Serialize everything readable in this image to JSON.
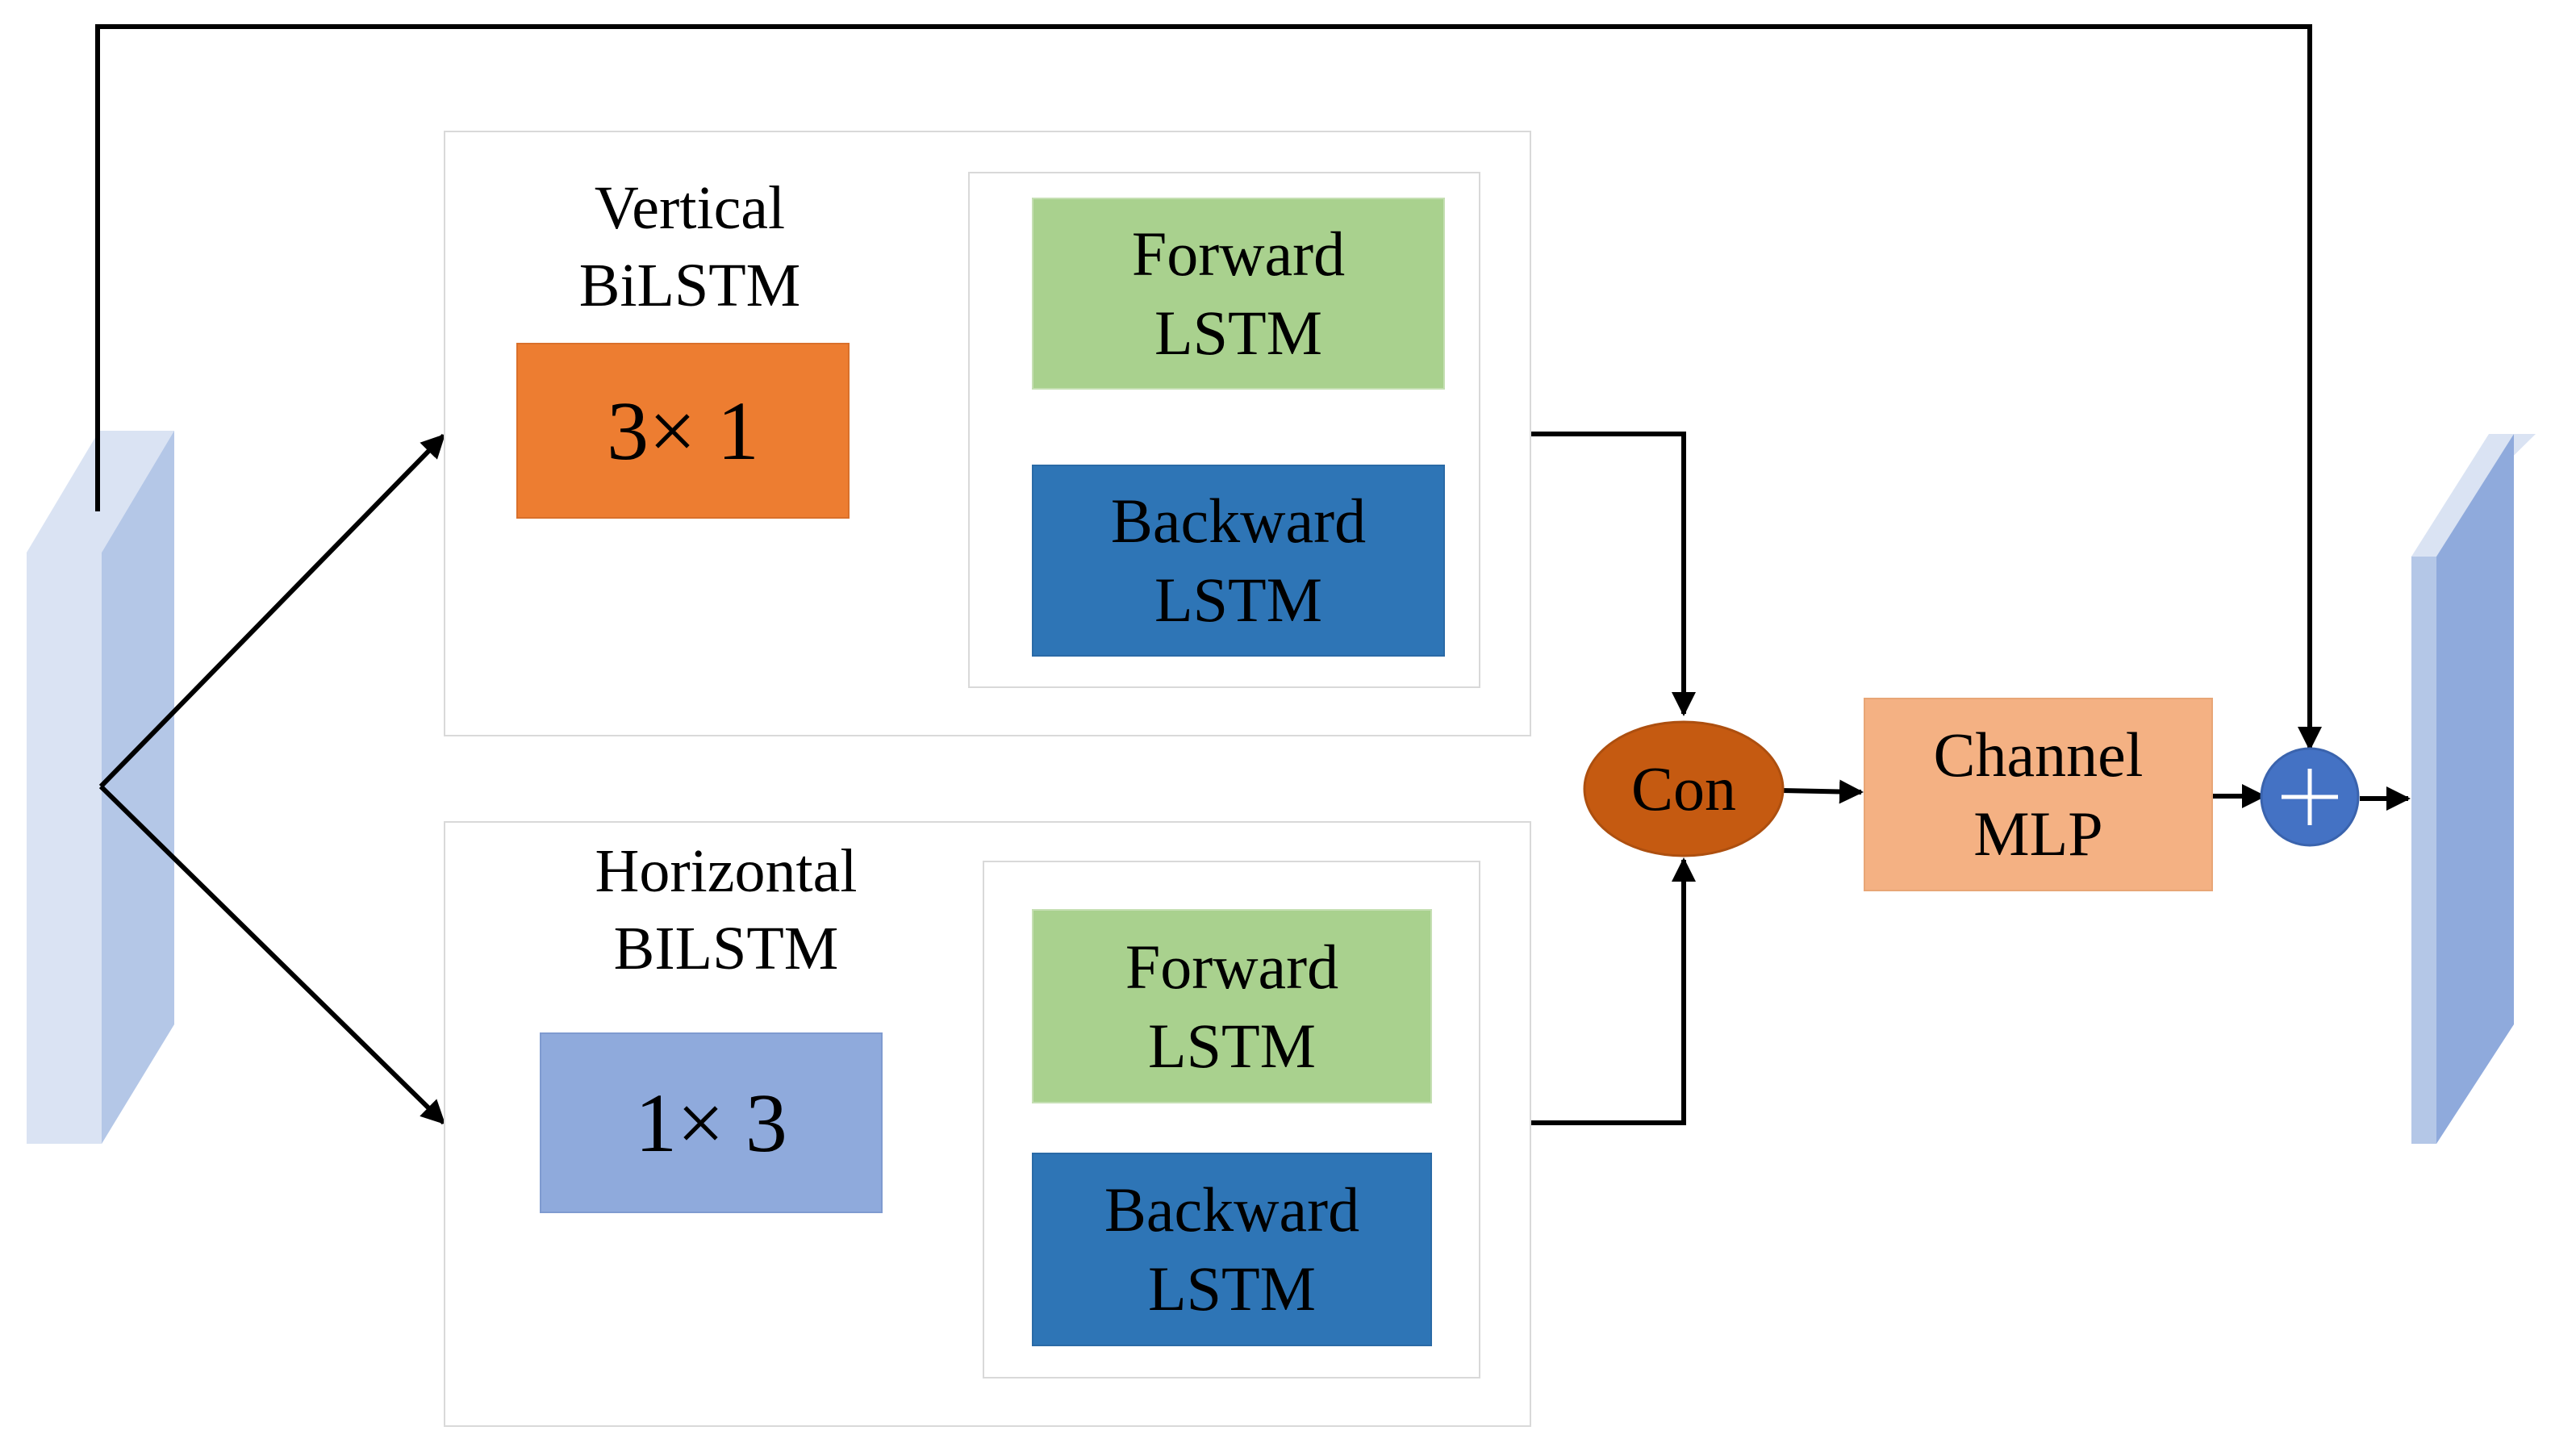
{
  "colors": {
    "orange_kernel": "#ed7d31",
    "blue_kernel": "#8faadc",
    "forward_green": "#a9d18e",
    "backward_blue": "#2e75b6",
    "concat_brown": "#c55a11",
    "mlp_peach": "#f4b183",
    "add_circle": "#4472c4",
    "feature_map": "#b4c7e7",
    "feature_map_out": "#8faadc"
  },
  "vertical": {
    "title": "Vertical\nBiLSTM",
    "kernel": "3× 1",
    "forward": "Forward\nLSTM",
    "backward": "Backward\nLSTM"
  },
  "horizontal": {
    "title": "Horizontal\nBILSTM",
    "kernel": "1× 3",
    "forward": "Forward\nLSTM",
    "backward": "Backward\nLSTM"
  },
  "concat": {
    "label": "Con"
  },
  "mlp": {
    "label": "Channel\nMLP"
  },
  "add": {
    "icon": "plus-icon"
  }
}
